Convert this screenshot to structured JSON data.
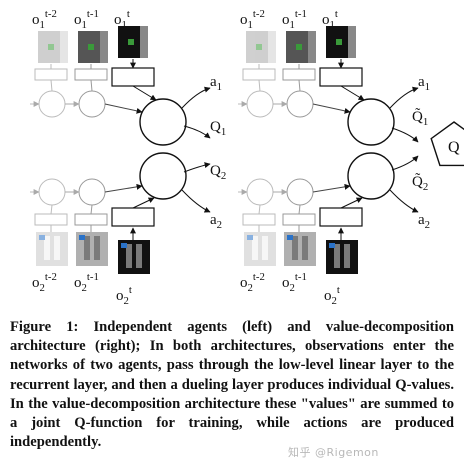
{
  "figure": {
    "left_panel": {
      "agent1_obs_labels": [
        {
          "base": "o",
          "sub": "1",
          "sup": "t-2"
        },
        {
          "base": "o",
          "sub": "1",
          "sup": "t-1"
        },
        {
          "base": "o",
          "sub": "1",
          "sup": "t"
        }
      ],
      "agent2_obs_labels": [
        {
          "base": "o",
          "sub": "2",
          "sup": "t-2"
        },
        {
          "base": "o",
          "sub": "2",
          "sup": "t-1"
        },
        {
          "base": "o",
          "sub": "2",
          "sup": "t"
        }
      ],
      "output_labels": {
        "a1": {
          "base": "a",
          "sub": "1"
        },
        "q1": {
          "base": "Q",
          "sub": "1"
        },
        "q2": {
          "base": "Q",
          "sub": "2"
        },
        "a2": {
          "base": "a",
          "sub": "2"
        }
      }
    },
    "right_panel": {
      "agent1_obs_labels": [
        {
          "base": "o",
          "sub": "1",
          "sup": "t-2"
        },
        {
          "base": "o",
          "sub": "1",
          "sup": "t-1"
        },
        {
          "base": "o",
          "sub": "1",
          "sup": "t"
        }
      ],
      "agent2_obs_labels": [
        {
          "base": "o",
          "sub": "2",
          "sup": "t-2"
        },
        {
          "base": "o",
          "sub": "2",
          "sup": "t-1"
        },
        {
          "base": "o",
          "sub": "2",
          "sup": "t"
        }
      ],
      "output_labels": {
        "a1": {
          "base": "a",
          "sub": "1"
        },
        "q1_tilde": {
          "base": "Q̃",
          "sub": "1"
        },
        "q2_tilde": {
          "base": "Q̃",
          "sub": "2"
        },
        "a2": {
          "base": "a",
          "sub": "2"
        },
        "joint_q": "Q"
      }
    },
    "colors": {
      "agent1_marker": "#3a9a3a",
      "agent2_marker": "#2a72c8",
      "obs_dark": "#111111",
      "obs_mid": "#555555",
      "obs_light": "#a9a9a9"
    }
  },
  "caption": {
    "label": "Figure 1:",
    "text": "Independent agents (left) and value-decomposition architecture (right); In both architectures, observations enter the networks of two agents, pass through the low-level linear layer to the recurrent layer, and then a dueling layer produces individual Q-values. In the value-decomposition architecture these \"values\" are summed to a joint Q-function for training, while actions are produced independently."
  },
  "watermark": "知乎 @Rigemon"
}
